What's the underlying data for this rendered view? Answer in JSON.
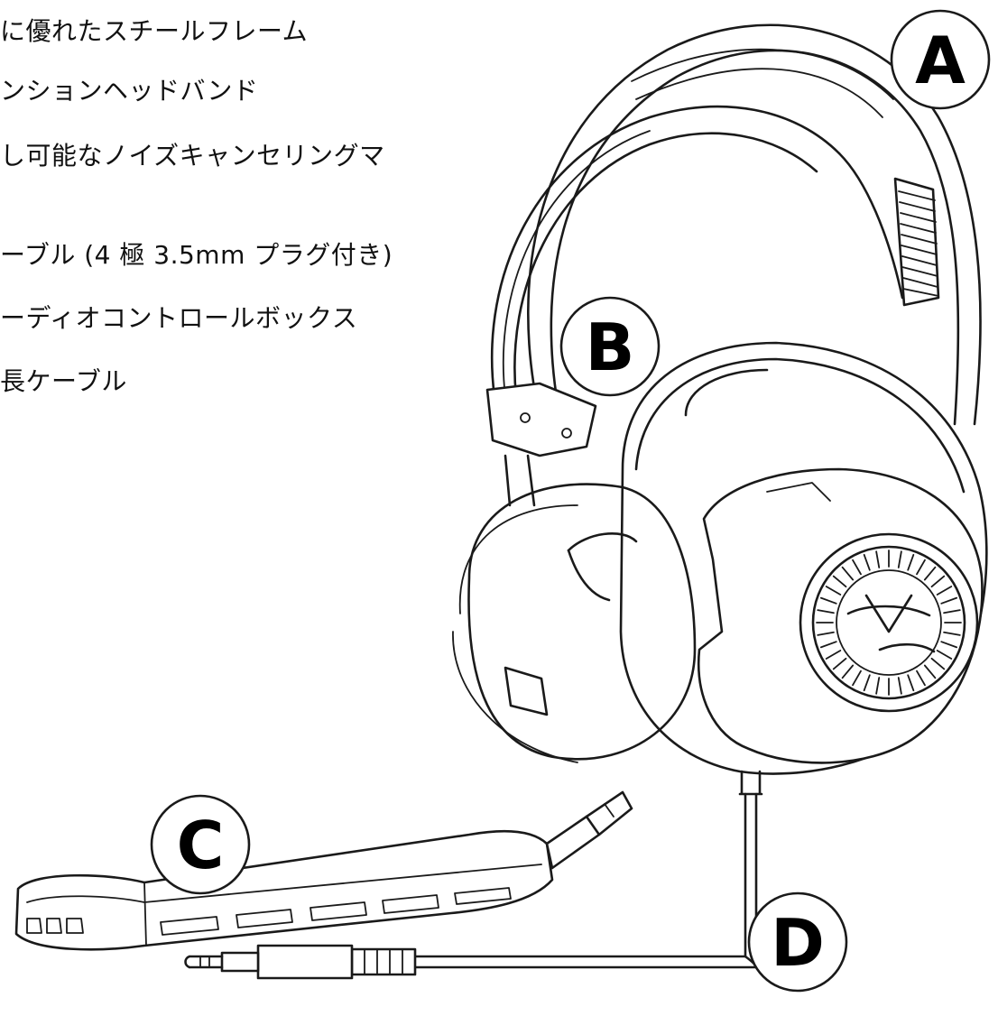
{
  "features": [
    "に優れたスチールフレーム",
    "ンションヘッドバンド",
    "し可能なノイズキャンセリングマ",
    "ーブル (4 極 3.5mm プラグ付き)",
    "ーディオコントロールボックス",
    "長ケーブル"
  ],
  "callouts": {
    "a": "A",
    "b": "B",
    "c": "C",
    "d": "D"
  }
}
